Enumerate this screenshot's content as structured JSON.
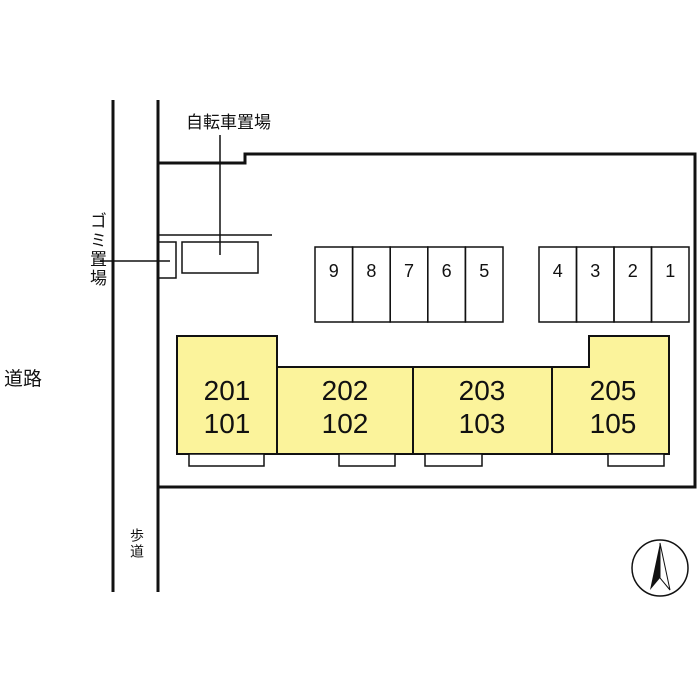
{
  "labels": {
    "bicycle_parking": "自転車置場",
    "garbage": "ゴミ置場",
    "road": "道路",
    "sidewalk": "歩道"
  },
  "parking_left": [
    "9",
    "8",
    "7",
    "6",
    "5"
  ],
  "parking_right": [
    "4",
    "3",
    "2",
    "1"
  ],
  "units": [
    {
      "upper": "201",
      "lower": "101"
    },
    {
      "upper": "202",
      "lower": "102"
    },
    {
      "upper": "203",
      "lower": "103"
    },
    {
      "upper": "205",
      "lower": "105"
    }
  ],
  "colors": {
    "unit_fill": "#fbf39b",
    "line": "#111111"
  }
}
